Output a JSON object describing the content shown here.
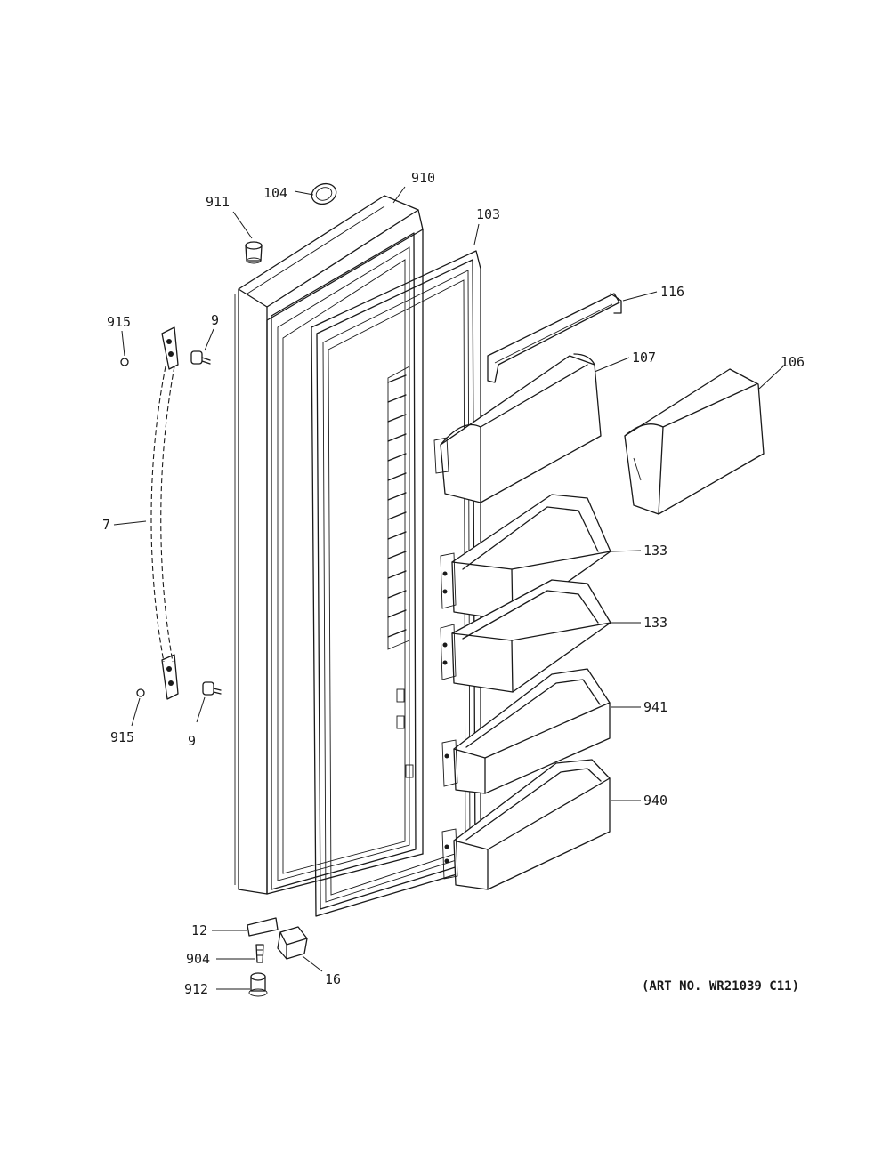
{
  "callouts": {
    "c910": "910",
    "c104": "104",
    "c911": "911",
    "c103": "103",
    "c116": "116",
    "c915_top": "915",
    "c9_top": "9",
    "c107": "107",
    "c106": "106",
    "c7": "7",
    "c133_upper": "133",
    "c133_lower": "133",
    "c941": "941",
    "c915_bottom": "915",
    "c9_bottom": "9",
    "c940": "940",
    "c12": "12",
    "c904": "904",
    "c16": "16",
    "c912": "912"
  },
  "art_number": "(ART NO. WR21039 C11)"
}
